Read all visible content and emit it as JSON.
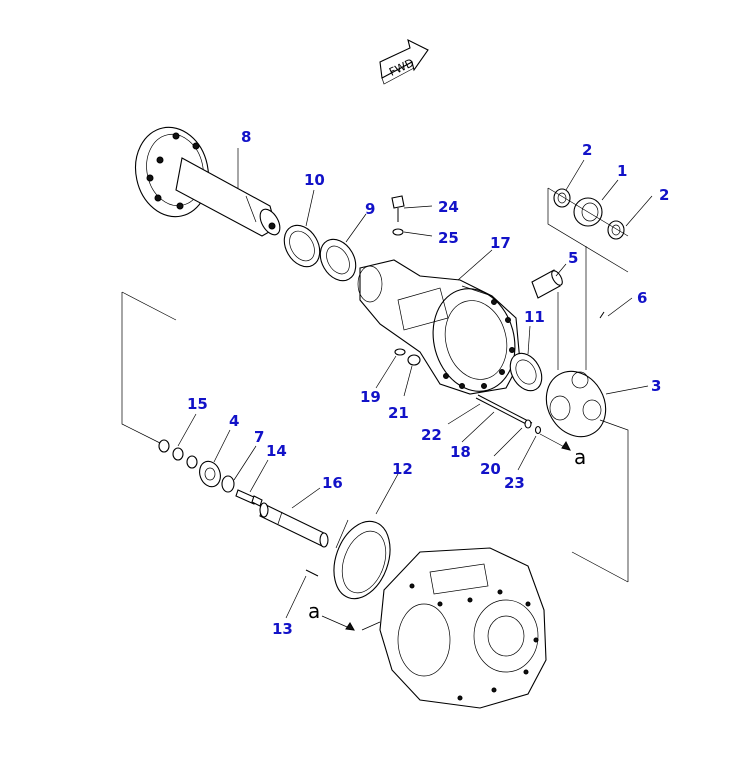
{
  "fwd_label": "FWD",
  "ref_letter": "a",
  "part_numbers": {
    "p1": "1",
    "p2a": "2",
    "p2b": "2",
    "p3": "3",
    "p4": "4",
    "p5": "5",
    "p6": "6",
    "p7": "7",
    "p8": "8",
    "p9": "9",
    "p10": "10",
    "p11": "11",
    "p12": "12",
    "p13": "13",
    "p14": "14",
    "p15": "15",
    "p16": "16",
    "p17": "17",
    "p18": "18",
    "p19": "19",
    "p20": "20",
    "p21": "21",
    "p22": "22",
    "p23": "23",
    "p24": "24",
    "p25": "25"
  },
  "colors": {
    "label": "#1212c8",
    "line": "#000000"
  }
}
